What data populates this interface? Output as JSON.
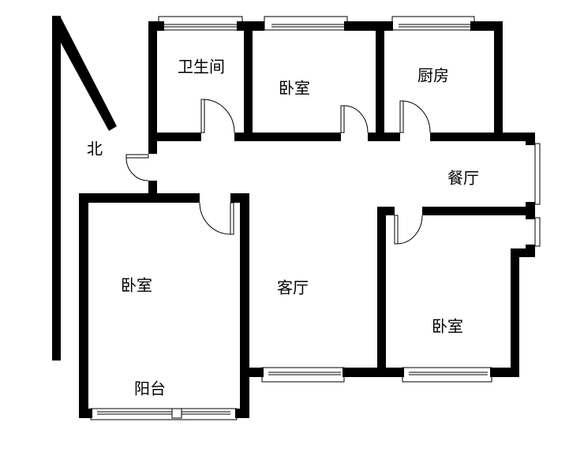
{
  "plan": {
    "colors": {
      "wall": "#000000",
      "background": "#ffffff"
    },
    "compass_label": "北",
    "rooms": [
      {
        "id": "bathroom",
        "label": "卫生间"
      },
      {
        "id": "bedroom-north",
        "label": "卧室"
      },
      {
        "id": "kitchen",
        "label": "厨房"
      },
      {
        "id": "dining",
        "label": "餐厅"
      },
      {
        "id": "bedroom-west",
        "label": "卧室"
      },
      {
        "id": "living",
        "label": "客厅"
      },
      {
        "id": "bedroom-east",
        "label": "卧室"
      },
      {
        "id": "balcony",
        "label": "阳台"
      }
    ]
  }
}
